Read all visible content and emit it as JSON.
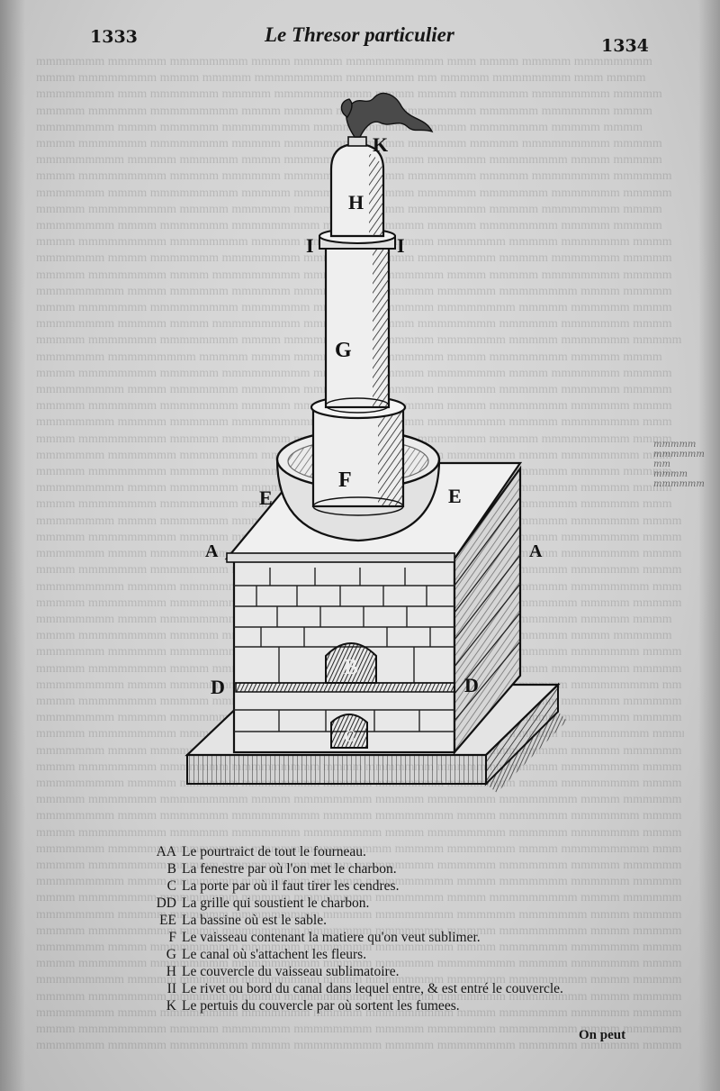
{
  "header": {
    "folio_left": "1333",
    "running_title": "Le Thresor particulier",
    "folio_right": "1334"
  },
  "figure": {
    "labels": {
      "K": "K",
      "H": "H",
      "I_left": "I",
      "I_right": "I",
      "G": "G",
      "F": "F",
      "E_left": "E",
      "E_right": "E",
      "A_left": "A",
      "A_right": "A",
      "B": "B",
      "D_left": "D",
      "D_right": "D",
      "C": "C"
    }
  },
  "legend": [
    {
      "key": "AA",
      "text": "Le pourtraict de tout le fourneau."
    },
    {
      "key": "B",
      "text": "La fenestre par où l'on met le charbon."
    },
    {
      "key": "C",
      "text": "La porte par où il faut tirer les cendres."
    },
    {
      "key": "DD",
      "text": "La grille qui soustient le charbon."
    },
    {
      "key": "EE",
      "text": "La bassine où est le sable."
    },
    {
      "key": "F",
      "text": "Le vaisseau contenant la matiere qu'on veut sublimer."
    },
    {
      "key": "G",
      "text": "Le canal où s'attachent les fleurs."
    },
    {
      "key": "H",
      "text": "Le couvercle du vaisseau sublimatoire."
    },
    {
      "key": "II",
      "text": "Le rivet ou bord du canal dans lequel entre, & est entré le couvercle."
    },
    {
      "key": "K",
      "text": "Le pertuis du couvercle par où sortent les fumees."
    }
  ],
  "catchword": "On peut",
  "colors": {
    "ink": "#161616",
    "paper": "#d2d2d2",
    "shadow": "#8e8e8e"
  }
}
